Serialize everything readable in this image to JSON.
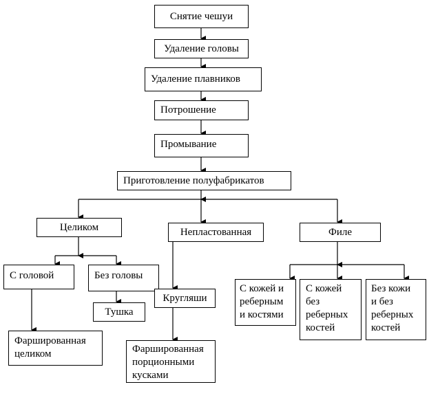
{
  "diagram": {
    "type": "flowchart",
    "nodes": {
      "scale": "Снятие чешуи",
      "head_removal": "Удаление головы",
      "fin_removal": "Удаление плавников",
      "gutting": "Потрошение",
      "washing": "Промывание",
      "semi_products": "Приготовление полуфабрикатов",
      "whole": "Целиком",
      "unfilleted": "Непластованная",
      "fillet": "Филе",
      "with_head": "С головой",
      "headless": "Без головы",
      "carcass": "Тушка",
      "rounds": "Кругляши",
      "stuffed_whole": [
        "Фаршированная",
        "целиком"
      ],
      "stuffed_portions": [
        "Фаршированная",
        "порционными",
        "кусками"
      ],
      "skin_rib_bones": [
        "С кожей и",
        "реберным",
        "и костями"
      ],
      "skin_no_rib_bones": [
        "С кожей",
        "без",
        "реберных",
        "костей"
      ],
      "no_skin_no_rib_bones": [
        "Без кожи",
        "и без",
        "реберных",
        "костей"
      ]
    },
    "edges": [
      [
        "scale",
        "head_removal"
      ],
      [
        "head_removal",
        "fin_removal"
      ],
      [
        "fin_removal",
        "gutting"
      ],
      [
        "gutting",
        "washing"
      ],
      [
        "washing",
        "semi_products"
      ],
      [
        "semi_products",
        "whole"
      ],
      [
        "semi_products",
        "unfilleted"
      ],
      [
        "semi_products",
        "fillet"
      ],
      [
        "whole",
        "with_head"
      ],
      [
        "whole",
        "headless"
      ],
      [
        "headless",
        "carcass"
      ],
      [
        "with_head",
        "stuffed_whole"
      ],
      [
        "unfilleted",
        "rounds"
      ],
      [
        "rounds",
        "stuffed_portions"
      ],
      [
        "fillet",
        "skin_rib_bones"
      ],
      [
        "fillet",
        "skin_no_rib_bones"
      ],
      [
        "fillet",
        "no_skin_no_rib_bones"
      ]
    ]
  }
}
